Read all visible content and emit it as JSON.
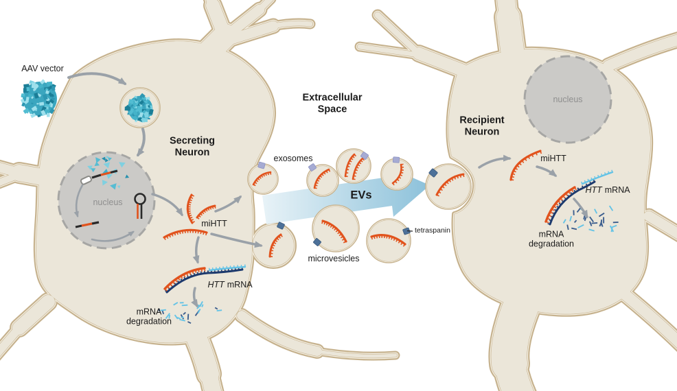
{
  "labels": {
    "aav_vector": "AAV vector",
    "secreting_neuron": "Secreting\nNeuron",
    "extracellular_space": "Extracellular\nSpace",
    "evs": "EVs",
    "exosomes": "exosomes",
    "microvesicles": "microvesicles",
    "tetraspanin": "tetraspanin",
    "recipient_neuron": "Recipient\nNeuron",
    "nucleus_left": "nucleus",
    "nucleus_right": "nucleus",
    "mihtt_left": "miHTT",
    "mihtt_right": "miHTT",
    "htt_gene": "HTT",
    "mrna_word": "mRNA",
    "mrna_degradation_left": "mRNA\ndegradation",
    "mrna_degradation_right": "mRNA\ndegradation"
  },
  "colors": {
    "background": "#ffffff",
    "membrane_tan": "#c6b28e",
    "membrane_gap": "#f7f3e8",
    "cytoplasm": "#ebe6d9",
    "nucleus_fill": "#cbcac7",
    "nucleus_border": "#a6a6a4",
    "mirna_orange": "#e1531d",
    "mrna_navy": "#1d3a6d",
    "mrna_lightblue": "#64c3e6",
    "aav_teal": "#3ba6bf",
    "ev_arrow_start": "#e7f2f7",
    "ev_arrow_end": "#8cc1da",
    "arrow_gray": "#9aa1a8",
    "tetraspanin_dark": "#4d7199",
    "tetraspanin_light": "#a6abd3",
    "genome_black": "#2a2a2a",
    "text_dark": "#1a1a1a",
    "text_gray": "#8f8f8f"
  }
}
